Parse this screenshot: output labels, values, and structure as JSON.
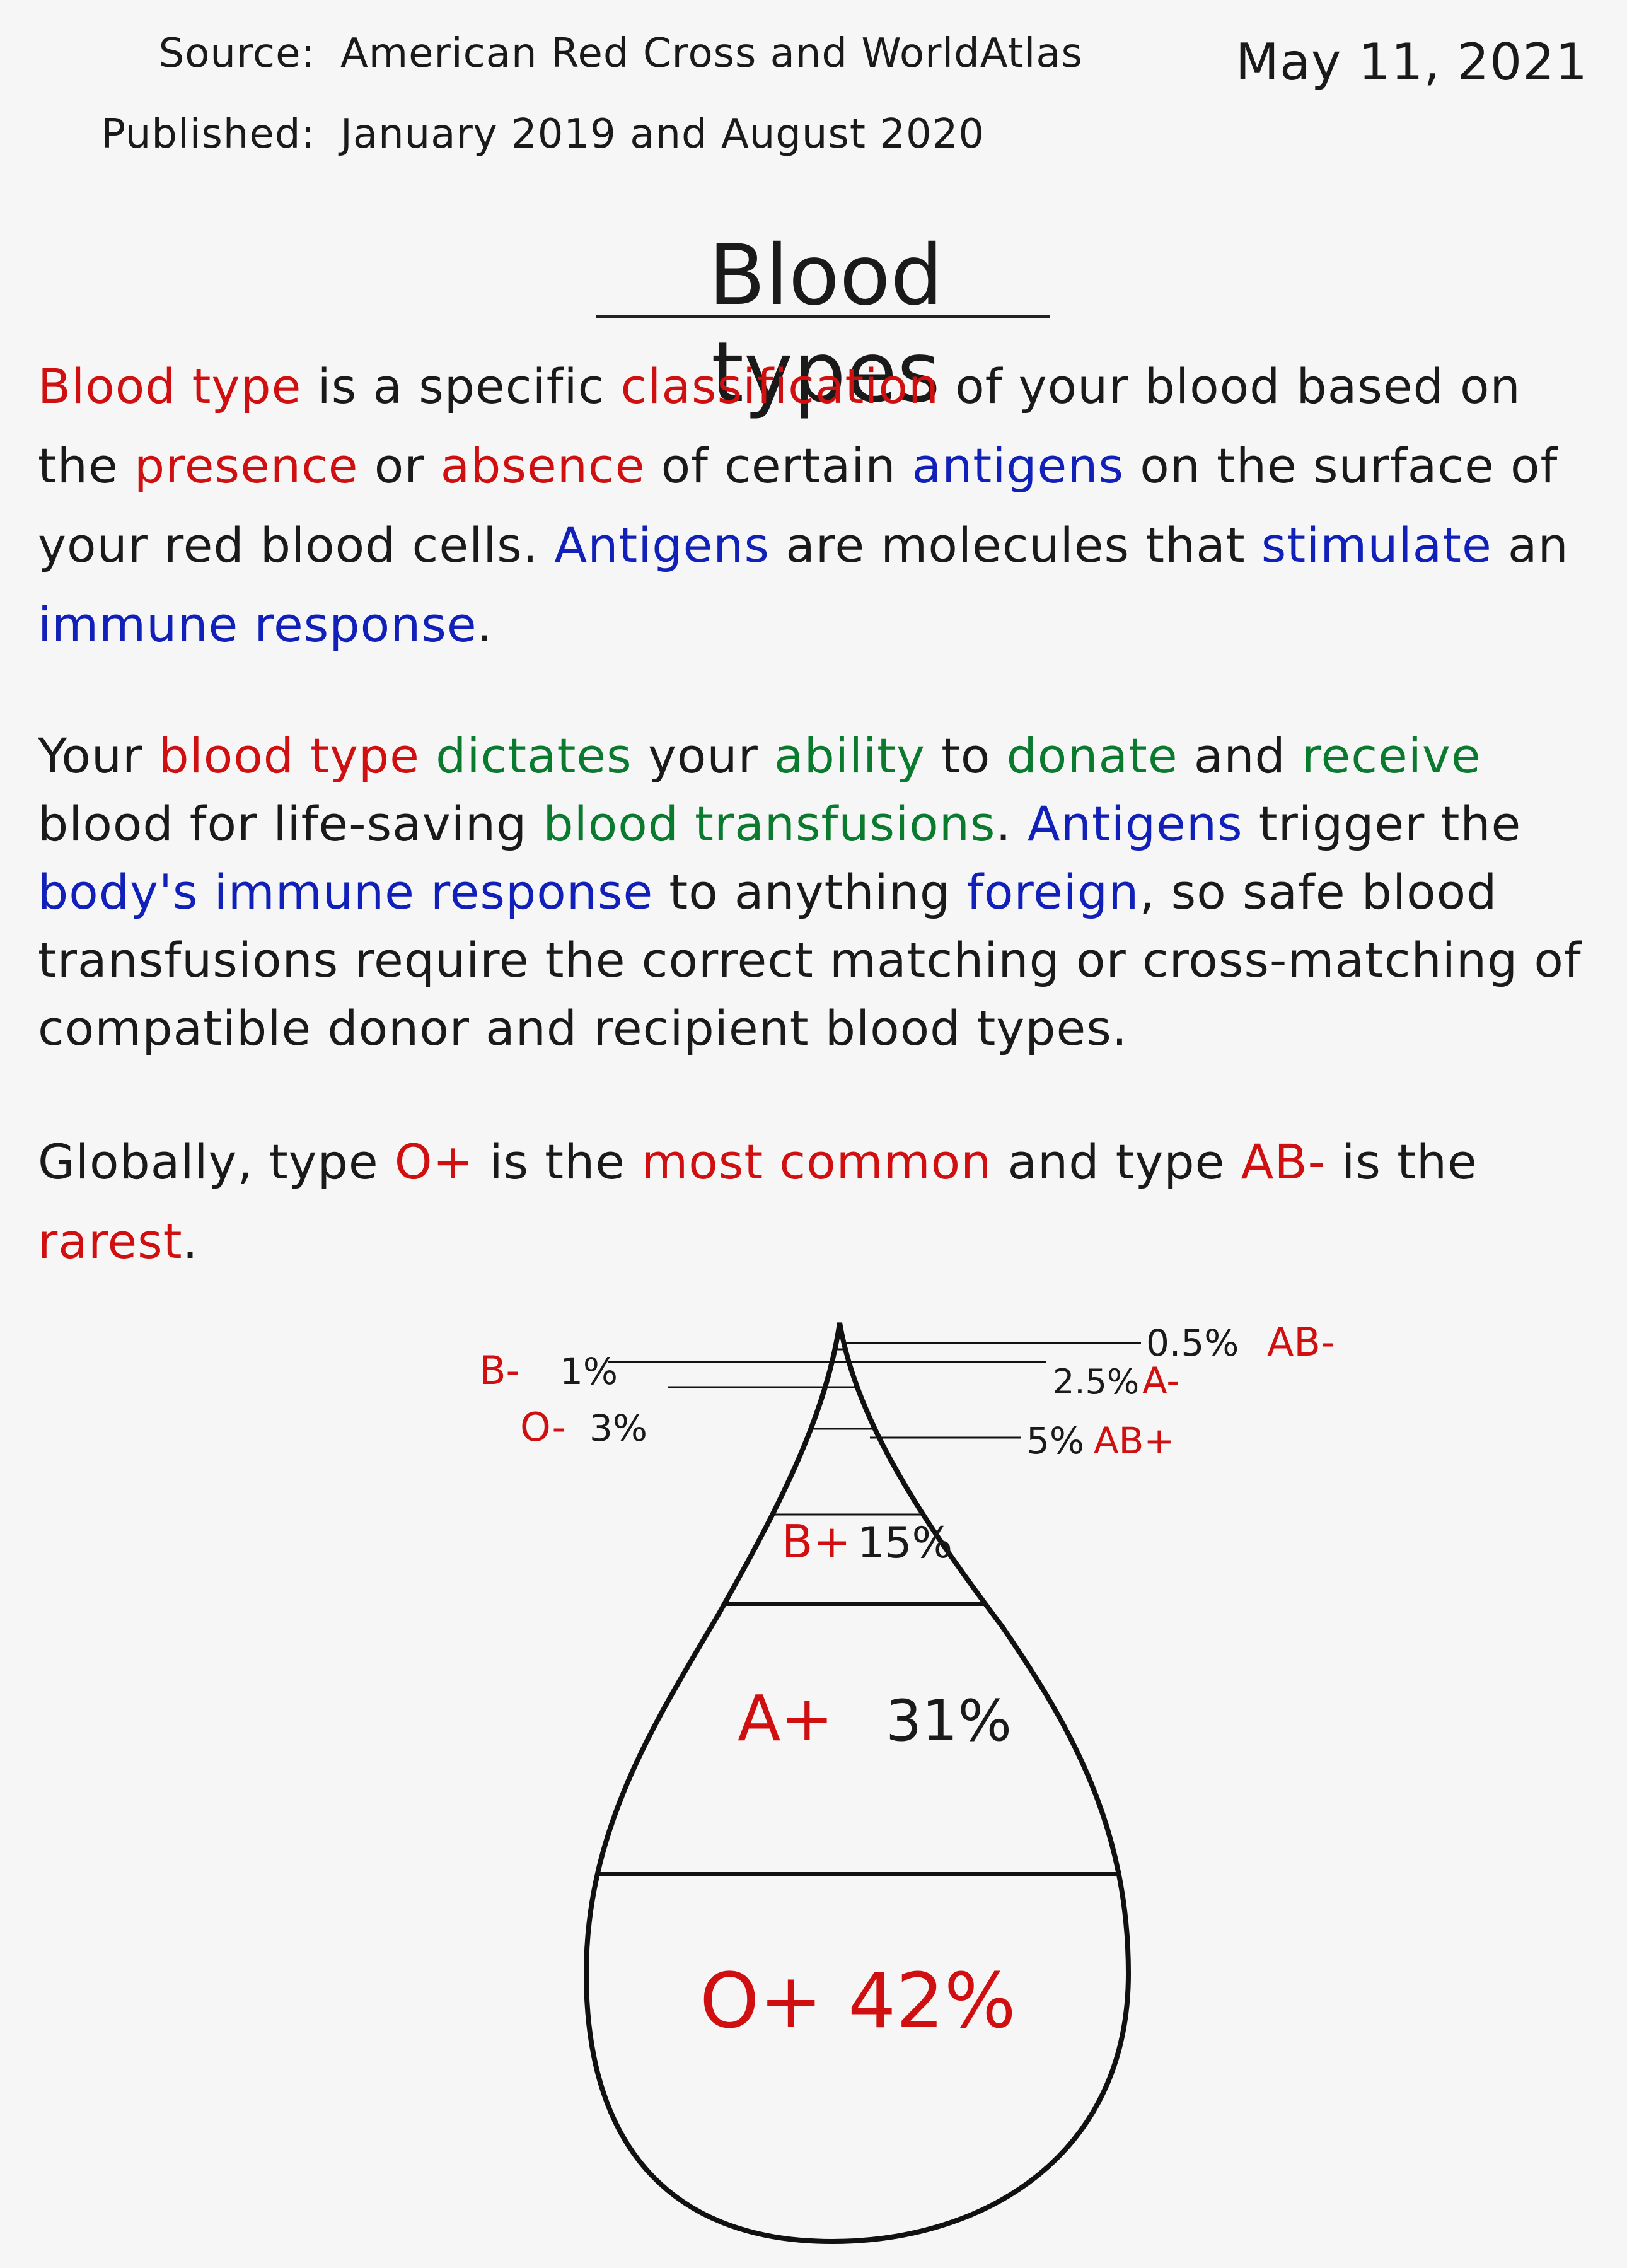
{
  "meta": {
    "source_label": "Source:",
    "source_value": "American Red Cross and WorldAtlas",
    "published_label": "Published:",
    "published_value": "January 2019 and August 2020",
    "date": "May 11, 2021"
  },
  "title": "Blood types",
  "para1": {
    "s1": "Blood type",
    "s2": " is a specific ",
    "s3": "classification",
    "s4": " of your blood based on the ",
    "s5": "presence",
    "s6": " or ",
    "s7": "absence",
    "s8": " of certain ",
    "s9": "antigens",
    "s10": " on the surface of your red blood cells. ",
    "s11": "Antigens",
    "s12": " are molecules that ",
    "s13": "stimulate",
    "s14": " an ",
    "s15": "immune response",
    "s16": "."
  },
  "para2": {
    "s1": "Your ",
    "s2": "blood type",
    "s3": " ",
    "s4": "dictates",
    "s5": " your ",
    "s6": "ability",
    "s7": " to ",
    "s8": "donate",
    "s9": " and ",
    "s10": "receive",
    "s11": " blood for life-saving ",
    "s12": "blood transfusions",
    "s13": ". ",
    "s14": "Antigens",
    "s15": " trigger the ",
    "s16": "body's immune response",
    "s17": " to anything ",
    "s18": "foreign",
    "s19": ", so safe blood transfusions require the correct matching or cross-matching of compatible donor and recipient blood types."
  },
  "para3": {
    "s1": "Globally, type ",
    "s2": "O+",
    "s3": " is the ",
    "s4": "most common",
    "s5": " and type ",
    "s6": "AB-",
    "s7": " is the ",
    "s8": "rarest",
    "s9": "."
  },
  "colors": {
    "red": "#d01010",
    "blue": "#1020b8",
    "green": "#0a7a2e",
    "ink": "#1a1a1a"
  },
  "chart_data": {
    "type": "pie",
    "categories": [
      "O+",
      "A+",
      "B+",
      "AB+",
      "O-",
      "A-",
      "B-",
      "AB-"
    ],
    "values": [
      42,
      31,
      15,
      5,
      3,
      2.5,
      1,
      0.5
    ],
    "value_labels": [
      "42%",
      "31%",
      "15%",
      "5%",
      "3%",
      "2.5%",
      "1%",
      "0.5%"
    ],
    "note": "Drawn as a drop divided into horizontal bands, O+ at the bottom"
  }
}
